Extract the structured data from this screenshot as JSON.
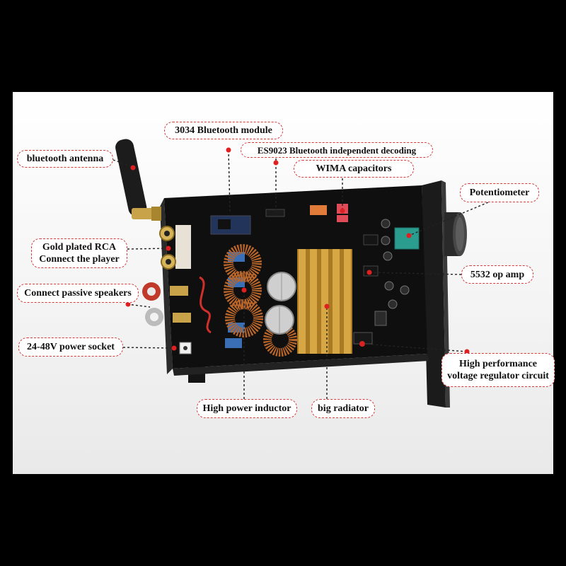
{
  "labels": {
    "bluetooth_module": "3034 Bluetooth module",
    "decoding": "ES9023 Bluetooth independent decoding",
    "wima": "WIMA capacitors",
    "antenna": "bluetooth antenna",
    "potentiometer": "Potentiometer",
    "rca_line1": "Gold plated RCA",
    "rca_line2": "Connect the player",
    "speakers": "Connect passive speakers",
    "opamp": "5532 op amp",
    "power": "24-48V power socket",
    "regulator_line1": "High performance",
    "regulator_line2": "voltage regulator circuit",
    "inductor": "High power inductor",
    "radiator": "big radiator"
  },
  "colors": {
    "callout_border": "#d43c3c",
    "callout_dot": "#e02020",
    "frame": "#000000",
    "heatsink": "#c8962f",
    "inductor": "#b8652a"
  }
}
